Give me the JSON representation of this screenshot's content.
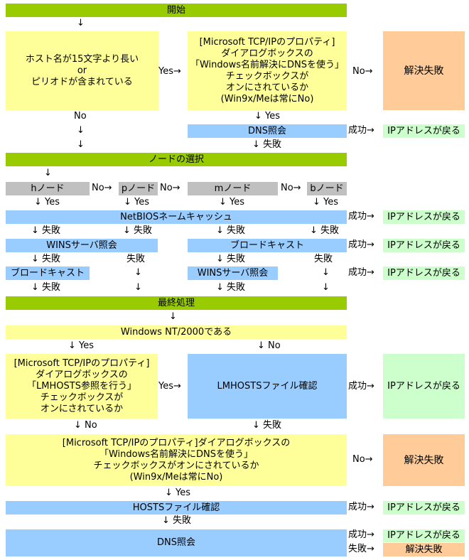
{
  "start": "開始",
  "arrow": "↓",
  "yes_arrow": "↓ Yes",
  "no_arrow": "↓ No",
  "fail_arrow": "↓ 失敗",
  "fail": "失敗",
  "no": "No",
  "yes_right": "Yes→",
  "no_right": "No→",
  "success_right": "成功→",
  "fail_right": "失敗→",
  "ip_returned": "IPアドレスが戻る",
  "resolve_failed": "解決失敗",
  "host_check": "ホスト名が15文字より長い\nor\nピリオドが含まれている",
  "dns_check1": "[Microsoft TCP/IPのプロパティ]\nダイアログボックスの\n「Windows名前解決にDNSを使う」\nチェックボックスが\nオンにされているか\n(Win9x/Meは常にNo)",
  "dns_query": "DNS照会",
  "node_select": "ノードの選択",
  "h_node": "hノード",
  "p_node": "pノード",
  "m_node": "mノード",
  "b_node": "bノード",
  "netbios_cache": "NetBIOSネームキャッシュ",
  "wins_query": "WINSサーバ照会",
  "broadcast": "ブロードキャスト",
  "final": "最終処理",
  "nt_check": "Windows NT/2000である",
  "lmhosts_check": "[Microsoft TCP/IPのプロパティ]\nダイアログボックスの\n「LMHOSTS参照を行う」\nチェックボックスが\nオンにされているか",
  "lmhosts_file": "LMHOSTSファイル確認",
  "dns_check2": "[Microsoft TCP/IPのプロパティ]ダイアログボックスの\n「Windows名前解決にDNSを使う」\nチェックボックスがオンにされているか\n(Win9x/Meは常にNo)",
  "hosts_file": "HOSTSファイル確認"
}
